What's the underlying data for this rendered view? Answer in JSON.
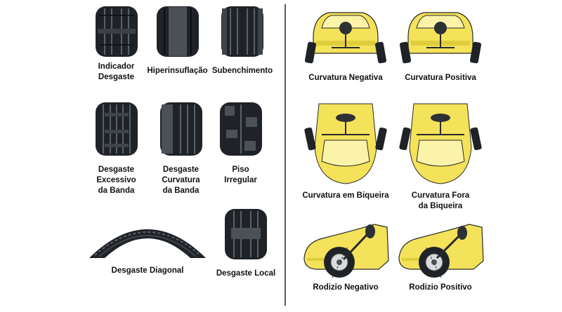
{
  "colors": {
    "tire": "#1f2327",
    "tire_light": "#4b5157",
    "car_yellow": "#f4e25a",
    "car_yellow_light": "#fbf3a8",
    "outline": "#2a2a2a",
    "divider": "#5a5a5a"
  },
  "tire_wear": {
    "indicator": "Indicador\nDesgaste",
    "over_inflation": "Hiperinsuflação",
    "under_inflation": "Subenchimento",
    "excess_wear": "Desgaste\nExcessivo\nda Banda",
    "camber_wear": "Desgaste\nCurvatura\nda Banda",
    "irregular_tread": "Piso\nIrregular",
    "diagonal_wear": "Desgaste Diagonal",
    "local_wear": "Desgaste Local"
  },
  "alignment": {
    "negative_camber": "Curvatura Negativa",
    "positive_camber": "Curvatura Positiva",
    "toe_in": "Curvatura em Biqueira",
    "toe_out": "Curvatura Fora\nda Biqueira",
    "negative_caster": "Rodizio Negativo",
    "positive_caster": "Rodizio Positivo"
  }
}
